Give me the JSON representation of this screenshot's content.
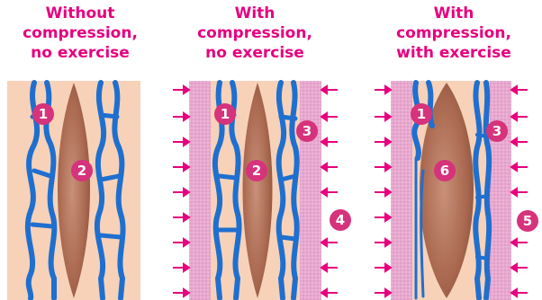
{
  "panels": [
    {
      "title_lines": [
        "Without",
        "compression,",
        "no exercise"
      ]
    },
    {
      "title_lines": [
        "With",
        "compression,",
        "no exercise"
      ]
    },
    {
      "title_lines": [
        "With",
        "compression,",
        "with exercise"
      ]
    }
  ],
  "markers": {
    "p1": [
      "1",
      "2"
    ],
    "p2": [
      "1",
      "2",
      "3",
      "4"
    ],
    "p3": [
      "1",
      "6",
      "3",
      "5"
    ]
  },
  "colors": {
    "title": "#e6007e",
    "badge": "#d6337c",
    "skin": "#f7d2b8",
    "vein": "#1f6fcf",
    "muscle": "#b97a65",
    "compression_band": "#e8a9cf",
    "arrow": "#e6007e"
  }
}
